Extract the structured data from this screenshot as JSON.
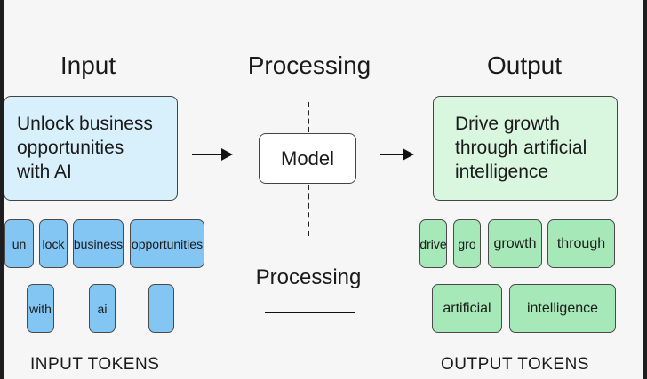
{
  "headings": {
    "input": "Input",
    "processing": "Processing",
    "output": "Output"
  },
  "input_panel": {
    "lines": [
      "Unlock business",
      "opportunities",
      "with AI"
    ]
  },
  "output_panel": {
    "lines": [
      "Drive growth",
      "through artificial",
      "intelligence"
    ]
  },
  "model_label": "Model",
  "processing_label": "Processing",
  "input_tokens": [
    "un",
    "lock",
    "business",
    "opportunities",
    "with",
    "ai",
    ""
  ],
  "output_tokens": [
    "drive",
    "gro",
    "growth",
    "through",
    "artificial",
    "intelligence"
  ],
  "captions": {
    "input": "INPUT TOKENS",
    "output": "OUTPUT TOKENS"
  },
  "colors": {
    "input_panel": "#d8f0fb",
    "output_panel": "#d9f6df",
    "input_token": "#83c6f3",
    "output_token": "#a6e8b8"
  }
}
